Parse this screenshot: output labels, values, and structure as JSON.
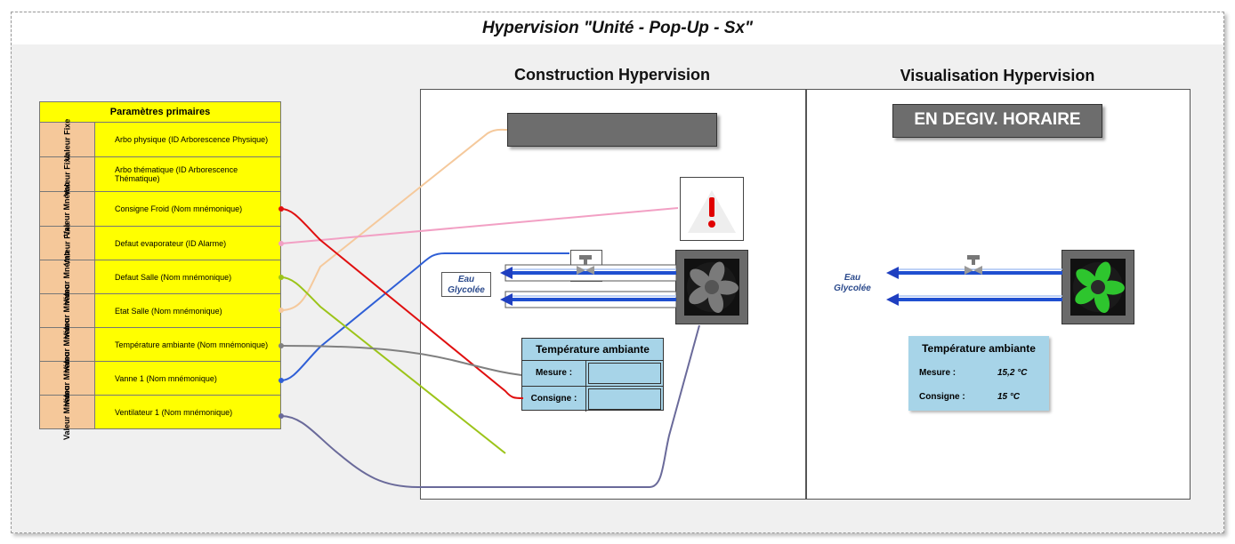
{
  "title": "Hypervision \"Unité - Pop-Up - Sx\"",
  "sections": {
    "construction": "Construction Hypervision",
    "visualisation": "Visualisation Hypervision"
  },
  "params": {
    "header": "Paramètres primaires",
    "rows": [
      {
        "type": "Valeur Fixe",
        "label": "Arbo physique (ID Arborescence Physique)"
      },
      {
        "type": "Valeur Fixe",
        "label": "Arbo thématique (ID Arborescence Thématique)"
      },
      {
        "type": "Valeur Mnémo",
        "label": "Consigne Froid (Nom mnémonique)"
      },
      {
        "type": "Valeur Fixe",
        "label": "Defaut evaporateur (ID Alarme)"
      },
      {
        "type": "Valeur Mnémo",
        "label": "Defaut Salle (Nom mnémonique)"
      },
      {
        "type": "Valeur Mnémo",
        "label": "Etat Salle (Nom mnémonique)"
      },
      {
        "type": "Valeur Mnémo",
        "label": "Température ambiante (Nom mnémonique)"
      },
      {
        "type": "Valeur Mnémo",
        "label": "Vanne 1 (Nom mnémonique)"
      },
      {
        "type": "Valeur Mnémo",
        "label": "Ventilateur 1 (Nom mnémonique)"
      }
    ]
  },
  "construction": {
    "eau_line1": "Eau",
    "eau_line2": "Glycolée",
    "temp": {
      "title": "Température ambiante",
      "mesure_label": "Mesure :",
      "consigne_label": "Consigne :"
    }
  },
  "visualisation": {
    "banner": "EN DEGIV. HORAIRE",
    "eau_line1": "Eau",
    "eau_line2": "Glycolée",
    "temp": {
      "title": "Température ambiante",
      "mesure_label": "Mesure :",
      "mesure_value": "15,2 °C",
      "consigne_label": "Consigne :",
      "consigne_value": "15 °C"
    }
  },
  "colors": {
    "table_bg": "#ffff00",
    "type_bg": "#f5c89a",
    "pipe": "#1f4fd0",
    "fan_running": "#2ec52e",
    "alarm": "#e00000",
    "wire_etat_salle": "#f5c99c",
    "wire_defaut_evap": "#f2a0c4",
    "wire_vanne": "#2f5fd6",
    "wire_consigne": "#e01010",
    "wire_defaut_salle": "#9cc41a",
    "wire_temp": "#808080",
    "wire_ventilateur": "#6a6a9a"
  },
  "icons": [
    "alarm-icon",
    "valve-icon",
    "fan-icon"
  ]
}
